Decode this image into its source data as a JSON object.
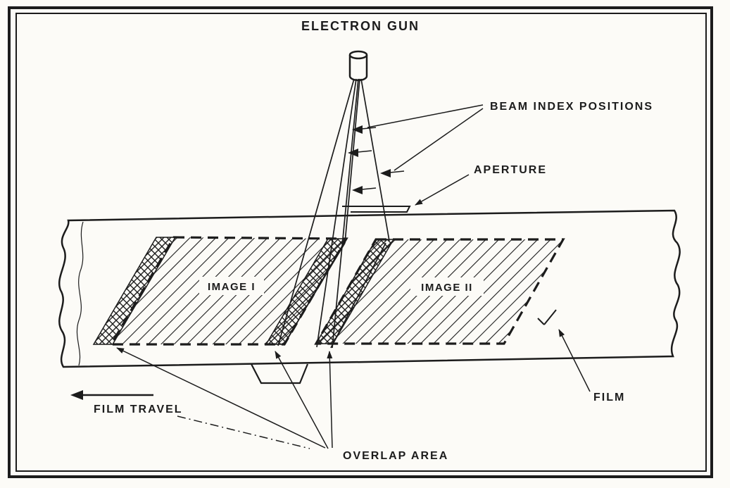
{
  "figure": {
    "description": "Electron beam film recording schematic",
    "labels": {
      "electron_gun": "ELECTRON GUN",
      "beam_index_positions": "BEAM INDEX POSITIONS",
      "aperture": "APERTURE",
      "image_1": "IMAGE I",
      "image_2": "IMAGE II",
      "film_travel": "FILM TRAVEL",
      "film": "FILM",
      "overlap_area": "OVERLAP AREA"
    },
    "colors": {
      "ink": "#1c1c1c",
      "paper": "#fcfbf7"
    }
  }
}
